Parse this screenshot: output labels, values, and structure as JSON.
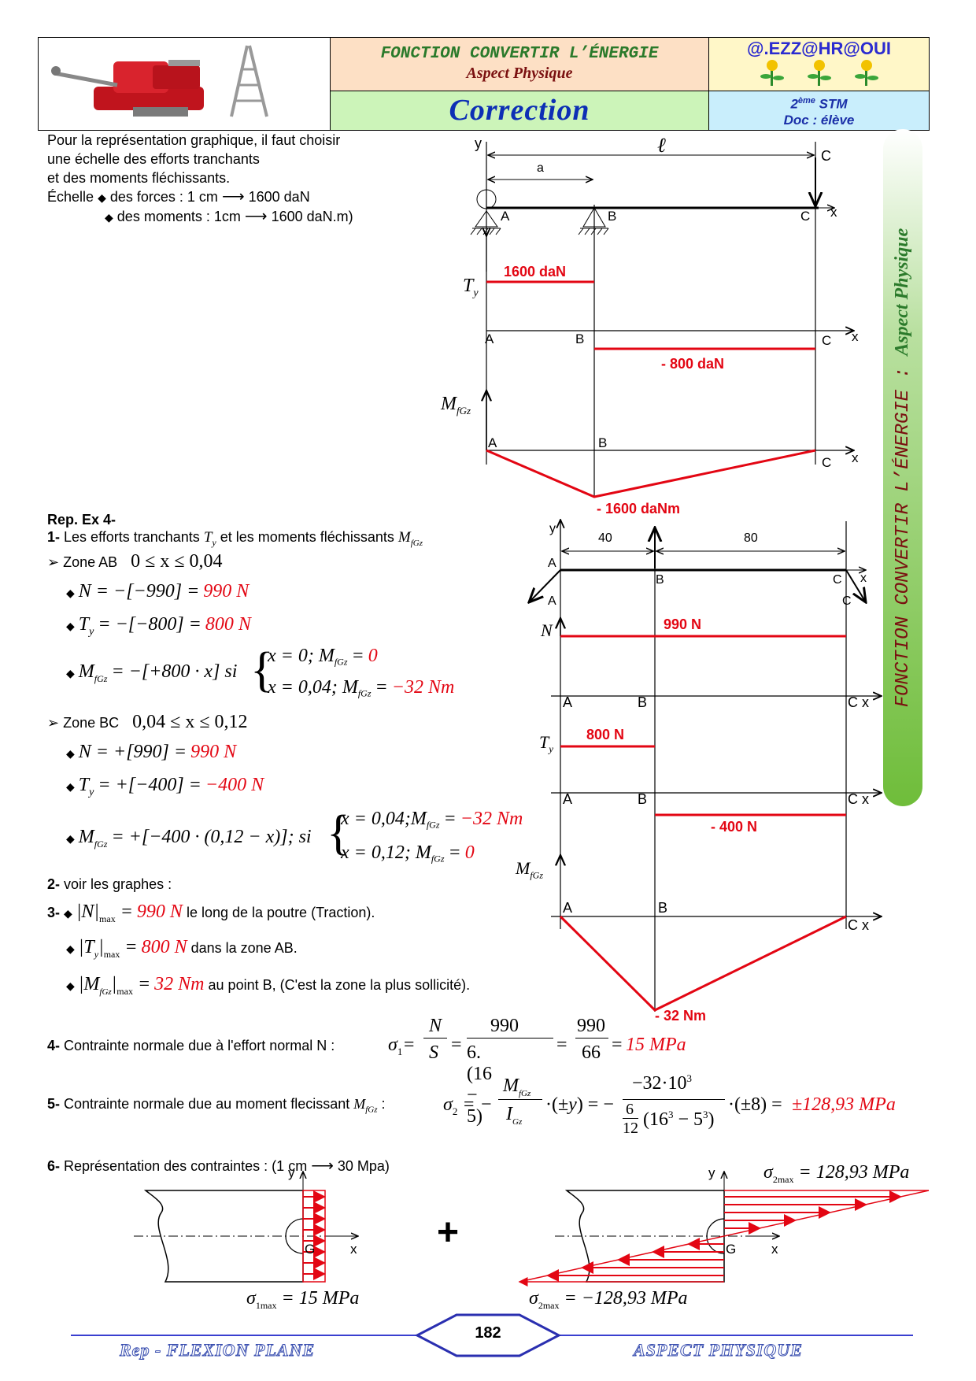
{
  "header": {
    "title": "FONCTION CONVERTIR L’ÉNERGIE",
    "subtitle": "Aspect Physique",
    "correction": "Correction",
    "author": "@.EZZ@HR@OUI",
    "level_prefix": "2",
    "level_sup": "ème",
    "level_suffix": " STM",
    "doc": "Doc : élève"
  },
  "intro": {
    "l1": "Pour la représentation graphique, il faut choisir",
    "l2": "une échelle des efforts tranchants",
    "l3": "et des moments fléchissants.",
    "l4a": "Échelle",
    "l4b": "des forces : 1 cm",
    "l4c": "1600 daN",
    "l5a": "des moments : 1cm",
    "l5b": "1600 daN.m)"
  },
  "diag1": {
    "len": "ℓ",
    "a": "a",
    "A": "A",
    "B": "B",
    "C": "C",
    "x": "x",
    "y": "y",
    "Ty": "T",
    "Ty_sub": "y",
    "Mf": "M",
    "Mf_sub": "fGz",
    "t_ab": "1600 daN",
    "t_bc": "- 800 daN",
    "m_b": "- 1600 daNm"
  },
  "rep": {
    "title": "Rep. Ex 4-",
    "q1_num": "1-",
    "q1a": "Les efforts tranchants",
    "q1b": "et les moments fléchissants",
    "zoneAB": "Zone AB",
    "zoneAB_range": "0 ≤ x ≤ 0,04",
    "ab_N": "N = −[−990] =",
    "ab_N_val": "990 N",
    "ab_T": "= −[−800] =",
    "ab_T_val": "800 N",
    "ab_M": "= −[+800 · x] si",
    "ab_M1": "x = 0; M",
    "ab_M1_val": "0",
    "ab_M2": "x = 0,04; M",
    "ab_M2_val": "−32 Nm",
    "zoneBC": "Zone BC",
    "zoneBC_range": "0,04 ≤ x ≤ 0,12",
    "bc_N": "N = +[990] =",
    "bc_N_val": "990 N",
    "bc_T": "= +[−400] =",
    "bc_T_val": "−400 N",
    "bc_M": "= +[−400 · (0,12 − x)]; si",
    "bc_M1": "x = 0,04;M",
    "bc_M1_val": "−32 Nm",
    "bc_M2": "x = 0,12; M",
    "bc_M2_val": "0",
    "q2": "2-",
    "q2_txt": "voir les graphes :",
    "q3": "3-",
    "q3a_val": "990 N",
    "q3a_txt": "le long de la poutre (Traction).",
    "q3b_val": "800 N",
    "q3b_txt": "dans la zone AB.",
    "q3c_val": "32 Nm",
    "q3c_txt": "au point B, (C'est la zone la plus sollicité).",
    "q4": "4-",
    "q4_txt": "Contrainte normale due à l'effort normal N :",
    "q4_res": "15 MPa",
    "q5": "5-",
    "q5_txt": "Contrainte normale due au moment flecissant",
    "q5_res": "±128,93 MPa",
    "q6": "6-",
    "q6_txt": "Représentation des contraintes : (1 cm",
    "q6_txt2": "30 Mpa)"
  },
  "diag2": {
    "d40": "40",
    "d80": "80",
    "A": "A",
    "B": "B",
    "C": "C",
    "x": "x",
    "y": "y",
    "N": "N",
    "n_val": "990 N",
    "t_ab": "800 N",
    "t_bc": "- 400 N",
    "m_b": "- 32 Nm"
  },
  "stress": {
    "s1": "σ",
    "s1_sub": "1max",
    "s1_val": "= 15 MPa",
    "s2": "σ",
    "s2_sub": "2max",
    "s2_top": "= 128,93 MPa",
    "s2_bot": "= −128,93 MPa",
    "plus": "+",
    "G": "G",
    "x": "x",
    "y": "y"
  },
  "footer": {
    "left": "Rep - FLEXION PLANE",
    "page": "182",
    "right": "ASPECT PHYSIQUE"
  },
  "sidebar": {
    "main": "FONCTION CONVERTIR L’ÉNERGIE :",
    "sub": "Aspect Physique"
  },
  "colors": {
    "red": "#e30613",
    "green": "#2b7a2b",
    "blue": "#1a2fa8"
  }
}
